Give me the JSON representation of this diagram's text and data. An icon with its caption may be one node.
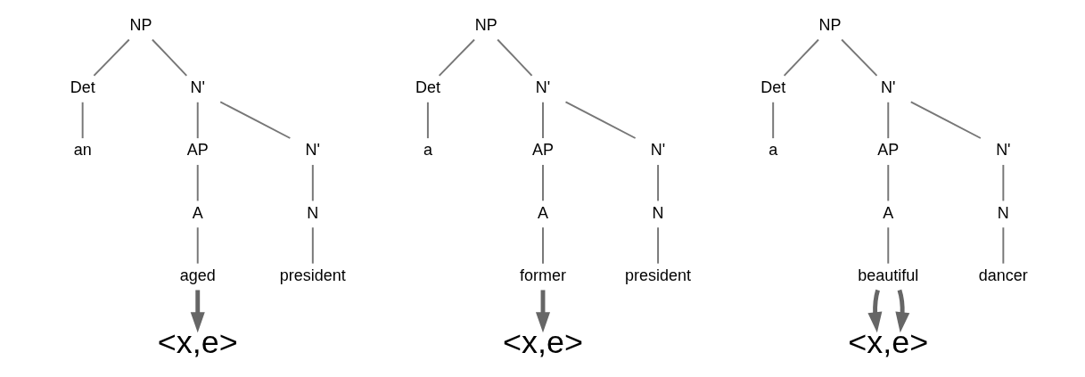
{
  "diagram": {
    "nodes": [
      {
        "text": [
          "NP"
        ]
      },
      {
        "text": [
          "Det"
        ]
      },
      {
        "text": [
          "N'"
        ]
      },
      {
        "text": [
          "an"
        ]
      },
      {
        "text": [
          "AP"
        ]
      },
      {
        "text": [
          "N'"
        ]
      },
      {
        "text": [
          "A"
        ]
      },
      {
        "text": [
          "N"
        ]
      },
      {
        "text": [
          "aged"
        ]
      },
      {
        "text": [
          "president"
        ]
      },
      {
        "text": [
          "<x,e>"
        ]
      },
      {
        "text": [
          "NP"
        ]
      },
      {
        "text": [
          "Det"
        ]
      },
      {
        "text": [
          "N'"
        ]
      },
      {
        "text": [
          "a"
        ]
      },
      {
        "text": [
          "AP"
        ]
      },
      {
        "text": [
          "N'"
        ]
      },
      {
        "text": [
          "A"
        ]
      },
      {
        "text": [
          "N"
        ]
      },
      {
        "text": [
          "former"
        ]
      },
      {
        "text": [
          "president"
        ]
      },
      {
        "text": [
          "<x,e>"
        ]
      },
      {
        "text": [
          "NP"
        ]
      },
      {
        "text": [
          "Det"
        ]
      },
      {
        "text": [
          "N'"
        ]
      },
      {
        "text": [
          "a"
        ]
      },
      {
        "text": [
          "AP"
        ]
      },
      {
        "text": [
          "N'"
        ]
      },
      {
        "text": [
          "A"
        ]
      },
      {
        "text": [
          "N"
        ]
      },
      {
        "text": [
          "beautiful"
        ]
      },
      {
        "text": [
          "dancer"
        ]
      },
      {
        "text": [
          "<x,e>"
        ]
      }
    ],
    "edges": [
      {
        "from": 0,
        "to": 1,
        "arrow": "none"
      },
      {
        "from": 0,
        "to": 2,
        "arrow": "none"
      },
      {
        "from": 1,
        "to": 3,
        "arrow": "none"
      },
      {
        "from": 2,
        "to": 4,
        "arrow": "none"
      },
      {
        "from": 2,
        "to": 5,
        "arrow": "none"
      },
      {
        "from": 4,
        "to": 6,
        "arrow": "none"
      },
      {
        "from": 5,
        "to": 7,
        "arrow": "none"
      },
      {
        "from": 6,
        "to": 8,
        "arrow": "none"
      },
      {
        "from": 7,
        "to": 9,
        "arrow": "none"
      },
      {
        "from": 8,
        "to": 10,
        "arrow": "to",
        "style": "thick"
      },
      {
        "from": 11,
        "to": 12,
        "arrow": "none"
      },
      {
        "from": 11,
        "to": 13,
        "arrow": "none"
      },
      {
        "from": 12,
        "to": 14,
        "arrow": "none"
      },
      {
        "from": 13,
        "to": 15,
        "arrow": "none"
      },
      {
        "from": 13,
        "to": 16,
        "arrow": "none"
      },
      {
        "from": 15,
        "to": 17,
        "arrow": "none"
      },
      {
        "from": 16,
        "to": 18,
        "arrow": "none"
      },
      {
        "from": 17,
        "to": 19,
        "arrow": "none"
      },
      {
        "from": 18,
        "to": 20,
        "arrow": "none"
      },
      {
        "from": 19,
        "to": 21,
        "arrow": "to",
        "style": "thick"
      },
      {
        "from": 22,
        "to": 23,
        "arrow": "none"
      },
      {
        "from": 22,
        "to": 24,
        "arrow": "none"
      },
      {
        "from": 23,
        "to": 25,
        "arrow": "none"
      },
      {
        "from": 24,
        "to": 26,
        "arrow": "none"
      },
      {
        "from": 24,
        "to": 27,
        "arrow": "none"
      },
      {
        "from": 26,
        "to": 28,
        "arrow": "none"
      },
      {
        "from": 27,
        "to": 29,
        "arrow": "none"
      },
      {
        "from": 28,
        "to": 30,
        "arrow": "none"
      },
      {
        "from": 29,
        "to": 31,
        "arrow": "none"
      },
      {
        "from": 30,
        "to": 32,
        "arrow": "to",
        "style": "thick"
      },
      {
        "from": 30,
        "to": 32,
        "arrow": "to",
        "style": "thick"
      }
    ]
  }
}
